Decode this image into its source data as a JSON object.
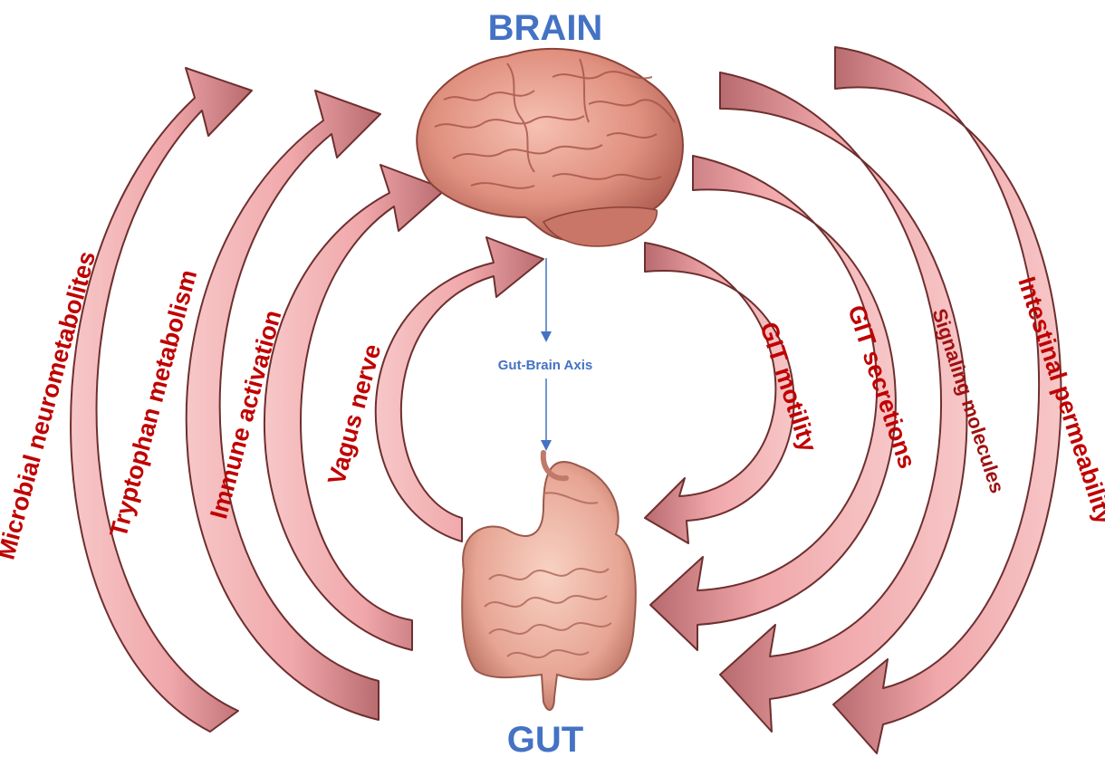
{
  "nodes": {
    "top": "BRAIN",
    "bottom": "GUT"
  },
  "center_label": "Gut-Brain Axis",
  "gut_to_brain": [
    "Microbial neurometabolites",
    "Tryptophan metabolism",
    "Immune activation",
    "Vagus nerve"
  ],
  "brain_to_gut": [
    "GIT motility",
    "GIT secretions",
    "Signaling molecules",
    "Intestinal permeability"
  ],
  "colors": {
    "arrow_fill": "#f4b6b8",
    "arrow_stroke": "#6e2f2f",
    "label_red": "#c00000",
    "title_blue": "#4472c4",
    "organ_pink": "#e89a8c"
  }
}
